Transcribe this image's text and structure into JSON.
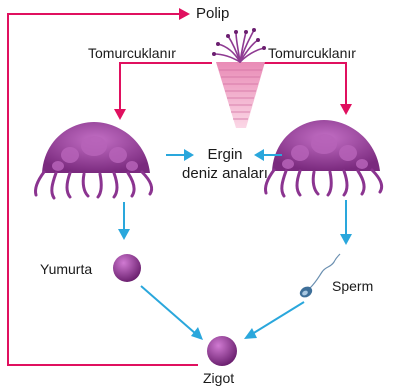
{
  "title": "",
  "nodes": {
    "polyp": {
      "label": "Polip"
    },
    "budding_left": {
      "label": "Tomurcuklanır"
    },
    "budding_right": {
      "label": "Tomurcuklanır"
    },
    "adult": {
      "line1": "Ergin",
      "line2": "deniz anaları"
    },
    "egg": {
      "label": "Yumurta"
    },
    "sperm": {
      "label": "Sperm"
    },
    "zygote": {
      "label": "Zigot"
    }
  },
  "colors": {
    "life_cycle_arrow": "#e0105f",
    "flow_arrow": "#2aa7dc",
    "medusa": "#9a3f9c",
    "cell": "#8a2f8c",
    "polyp_body": "#f1a6c8"
  }
}
